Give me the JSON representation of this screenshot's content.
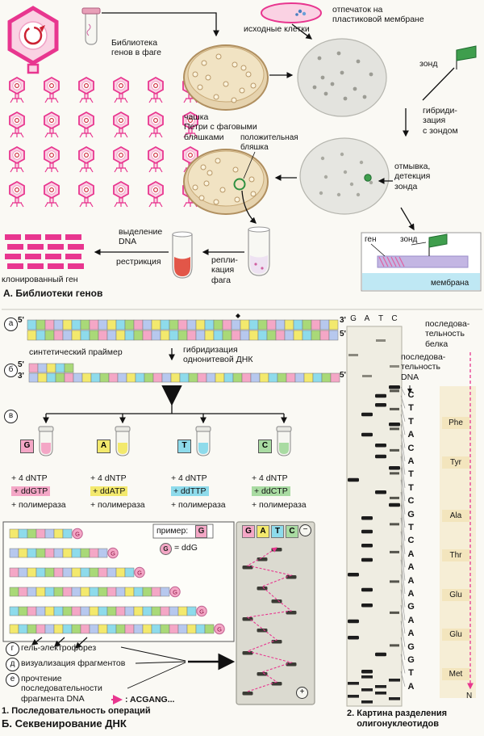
{
  "section_a": {
    "title": "А. Библиотеки генов",
    "phage_library_label": "Библиотека\nгенов в фаге",
    "source_cells": "исходные клетки",
    "imprint": "отпечаток на\nпластиковой мембране",
    "probe": "зонд",
    "petri_label": "чашка\nПетри с фаговыми\nбляшками",
    "hybridization": "гибриди-\nзация\nс зондом",
    "positive_plaque": "положительная\nбляшка",
    "washing": "отмывка,\nдетекция\nзонда",
    "dna_isolation": "выделение\nDNA",
    "restriction": "рестрикция",
    "replication": "репли-\nкация\nфага",
    "cloned_gene": "клонированный ген",
    "membrane_detail": {
      "gene": "ген",
      "probe": "зонд",
      "membrane": "мембрана"
    }
  },
  "section_b": {
    "title": "Б. Секвенирование ДНК",
    "ops_title": "1. Последовательность операций",
    "steps": {
      "a": "а",
      "b": "б",
      "v": "в",
      "g": "г",
      "d": "д",
      "e": "е"
    },
    "ends": {
      "p5": "5'",
      "p3": "3'"
    },
    "primer_label": "синтетический праймер",
    "hybridization_label": "гибридизация\nоднонитевой ДНК",
    "tubes": [
      {
        "letter": "G",
        "dd": "+ ddGTP",
        "color": "#f4a7c6"
      },
      {
        "letter": "A",
        "dd": "+ ddATP",
        "color": "#f3e96d"
      },
      {
        "letter": "T",
        "dd": "+ ddTTP",
        "color": "#8edbeb"
      },
      {
        "letter": "C",
        "dd": "+ ddCTP",
        "color": "#a9dba2"
      }
    ],
    "reagents": {
      "dntp": "+ 4 dNTP",
      "polymerase": "+ полимераза"
    },
    "legend": {
      "example": "пример:",
      "example_letter": "G",
      "terminator": "= ddG",
      "terminator_letter": "G"
    },
    "gel_lanes": [
      "G",
      "A",
      "T",
      "C"
    ],
    "electrode_minus": "−",
    "electrode_plus": "+",
    "gel_label": "гель-электрофорез",
    "visualization_label": "визуализация фрагментов",
    "reading_label": "прочтение\nпоследовательности\nфрагмента DNA",
    "read_sequence": ": ACGANG..."
  },
  "panel2": {
    "title": "2. Картина разделения\n    олигонуклеотидов",
    "gel_header": [
      "G",
      "A",
      "T",
      "C"
    ],
    "protein_seq_label": "последова-\nтельность\nбелка",
    "dna_seq_label": "последова-\nтельность\nDNA",
    "dna_sequence": [
      "C",
      "T",
      "T",
      "A",
      "C",
      "A",
      "T",
      "T",
      "C",
      "G",
      "T",
      "C",
      "A",
      "A",
      "A",
      "A",
      "G",
      "A",
      "A",
      "G",
      "G",
      "T",
      "A"
    ],
    "amino_acids": [
      {
        "name": "Phe",
        "index": 2
      },
      {
        "name": "Tyr",
        "index": 5
      },
      {
        "name": "Ala",
        "index": 9
      },
      {
        "name": "Thr",
        "index": 12
      },
      {
        "name": "Glu",
        "index": 15
      },
      {
        "name": "Glu",
        "index": 18
      },
      {
        "name": "Met",
        "index": 21
      }
    ],
    "n_label": "N"
  },
  "colors": {
    "phage_pink": "#e8368f",
    "phage_fill": "#fad2e3",
    "probe_green": "#3f9e4d",
    "membrane_blue": "#bfe8f4",
    "gene_bar_lavender": "#c3b6e3"
  }
}
